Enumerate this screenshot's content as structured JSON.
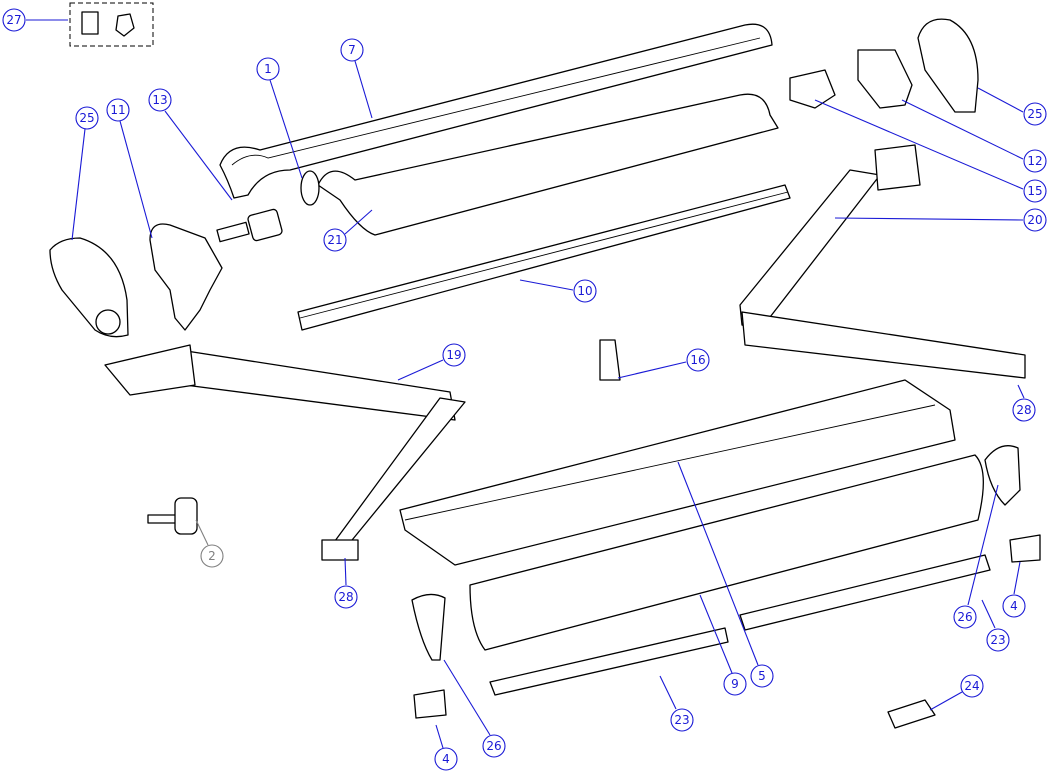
{
  "diagram": {
    "type": "exploded-parts-view",
    "accent_color": "#1a1ad6",
    "optional_color": "#808080",
    "callouts": [
      {
        "id": "c27",
        "label": "27",
        "style": "normal"
      },
      {
        "id": "c7",
        "label": "7",
        "style": "normal"
      },
      {
        "id": "c1",
        "label": "1",
        "style": "normal"
      },
      {
        "id": "c13",
        "label": "13",
        "style": "normal"
      },
      {
        "id": "c11",
        "label": "11",
        "style": "normal"
      },
      {
        "id": "c25a",
        "label": "25",
        "style": "normal"
      },
      {
        "id": "c25b",
        "label": "25",
        "style": "normal"
      },
      {
        "id": "c12",
        "label": "12",
        "style": "normal"
      },
      {
        "id": "c15",
        "label": "15",
        "style": "normal"
      },
      {
        "id": "c20",
        "label": "20",
        "style": "normal"
      },
      {
        "id": "c21",
        "label": "21",
        "style": "normal"
      },
      {
        "id": "c10",
        "label": "10",
        "style": "normal"
      },
      {
        "id": "c19",
        "label": "19",
        "style": "normal"
      },
      {
        "id": "c16",
        "label": "16",
        "style": "normal"
      },
      {
        "id": "c28a",
        "label": "28",
        "style": "normal"
      },
      {
        "id": "c2",
        "label": "2",
        "style": "grey"
      },
      {
        "id": "c28b",
        "label": "28",
        "style": "normal"
      },
      {
        "id": "c5",
        "label": "5",
        "style": "normal"
      },
      {
        "id": "c9",
        "label": "9",
        "style": "normal"
      },
      {
        "id": "c26a",
        "label": "26",
        "style": "normal"
      },
      {
        "id": "c23a",
        "label": "23",
        "style": "normal"
      },
      {
        "id": "c4a",
        "label": "4",
        "style": "normal"
      },
      {
        "id": "c26b",
        "label": "26",
        "style": "normal"
      },
      {
        "id": "c23b",
        "label": "23",
        "style": "normal"
      },
      {
        "id": "c24",
        "label": "24",
        "style": "normal"
      },
      {
        "id": "c4b",
        "label": "4",
        "style": "normal"
      }
    ]
  }
}
